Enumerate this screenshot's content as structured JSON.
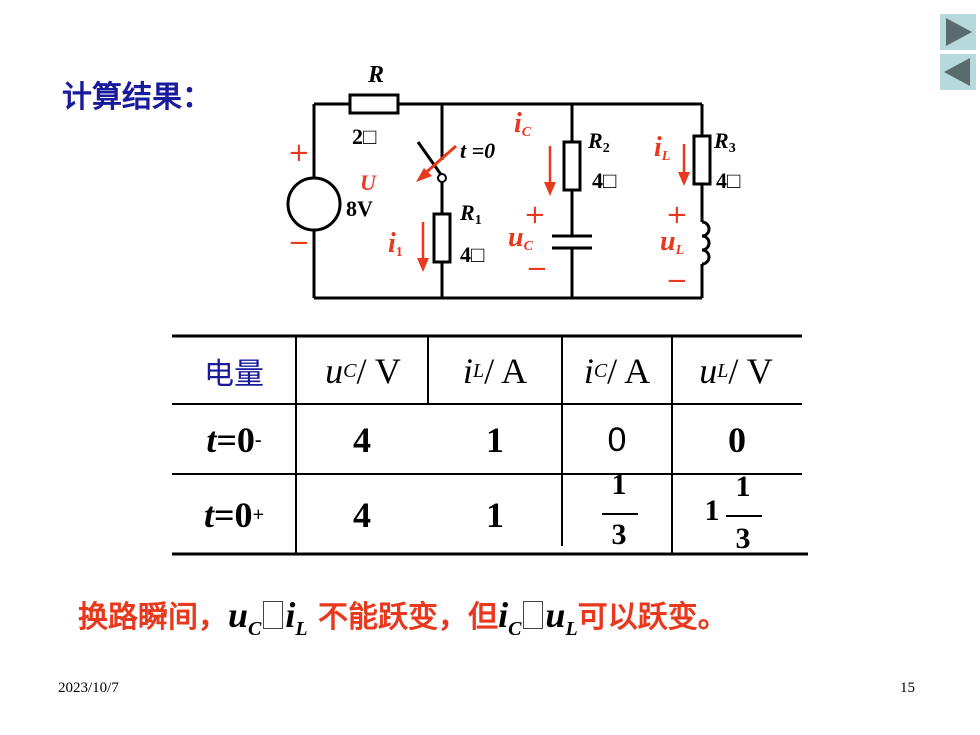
{
  "title": "计算结果：",
  "nav": {
    "next_label": "next",
    "prev_label": "previous"
  },
  "circuit": {
    "R_label": "R",
    "R_value": "2□",
    "switch_label": "t =0",
    "U_label": "U",
    "U_value": "8V",
    "R1_label": "R",
    "R1_sub": "1",
    "R1_value": "4□",
    "R2_label": "R",
    "R2_sub": "2",
    "R2_value": "4□",
    "R3_label": "R",
    "R3_sub": "3",
    "R3_value": "4□",
    "i1_label": "i",
    "i1_sub": "1",
    "iC_label": "i",
    "iC_sub": "C",
    "uC_label": "u",
    "uC_sub": "C",
    "iL_label": "i",
    "iL_sub": "L",
    "uL_label": "u",
    "uL_sub": "L",
    "plus": "+",
    "minus": "−"
  },
  "table": {
    "header": {
      "col0": "电量",
      "col1_sym": "u",
      "col1_sub": "C",
      "col1_unit": " / V",
      "col2_sym": "i",
      "col2_sub": "L",
      "col2_unit": " / A",
      "col3_sym": "i",
      "col3_sub": "C",
      "col3_unit": " / A",
      "col4_sym": "u",
      "col4_sub": "L",
      "col4_unit": " / V"
    },
    "row1": {
      "label_t": "t",
      "label_eq": " =0",
      "label_sub": "-",
      "uC": "4",
      "iL": "1",
      "iC": "0",
      "uL": "0"
    },
    "row2": {
      "label_t": "t",
      "label_eq": " =0",
      "label_sub": "+",
      "uC": "4",
      "iL": "1",
      "iC_num": "1",
      "iC_den": "3",
      "uL_whole": "1",
      "uL_num": "1",
      "uL_den": "3"
    }
  },
  "conclusion": {
    "prefix": "换路瞬间，",
    "s1": "u",
    "s1_sub": "C",
    "s2": "i",
    "s2_sub": "L",
    "mid": " 不能跃变，但",
    "s3": "i",
    "s3_sub": "C",
    "s4": "u",
    "s4_sub": "L",
    "suffix": "可以跃变。"
  },
  "footer": {
    "date": "2023/10/7",
    "page": "15"
  },
  "colors": {
    "title": "#1a1a9c",
    "accent_red": "#e8381e",
    "nav_bg": "#b7d8dc"
  }
}
